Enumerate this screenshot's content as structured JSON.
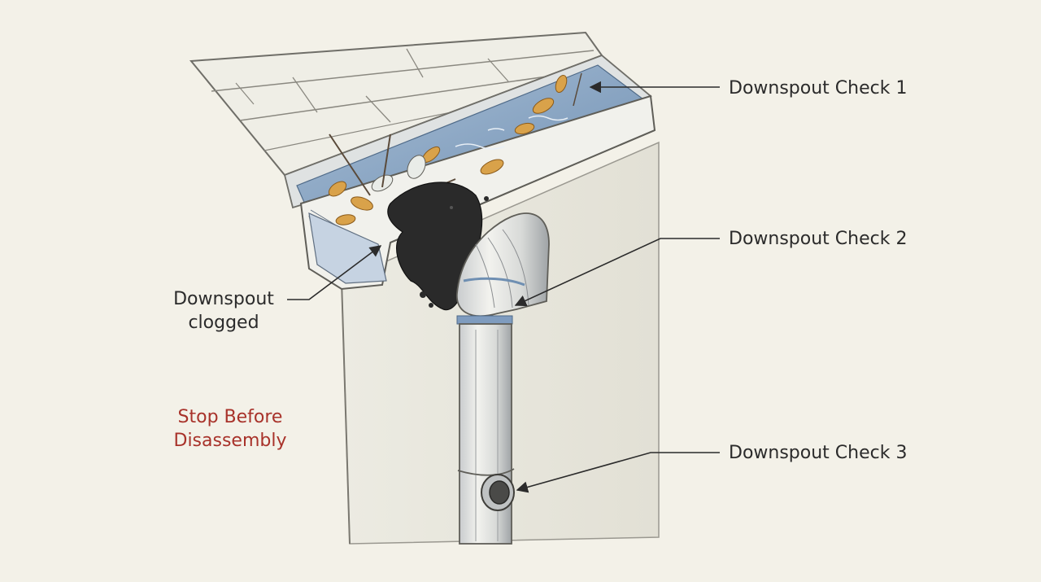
{
  "labels": {
    "check_1": "Downspout Check 1",
    "check_2": "Downspout Check 2",
    "check_3": "Downspout Check 3",
    "clogged_line1": "Downspout",
    "clogged_line2": "clogged",
    "warning_line1": "Stop Before",
    "warning_line2": "Disassembly"
  },
  "colors": {
    "background": "#f3f1e8",
    "water": "#8fa9c6",
    "leaves": "#d9a24a",
    "clog": "#2a2a2a",
    "warning_text": "#a8322a",
    "label_text": "#2b2b2b"
  }
}
